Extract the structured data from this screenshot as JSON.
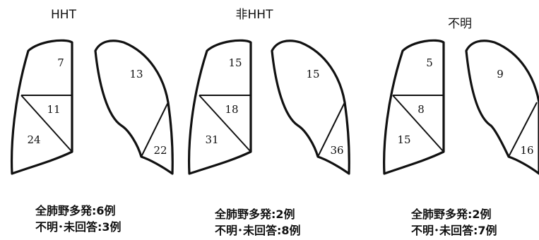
{
  "groups": [
    {
      "title": "HHT",
      "right_lung": {
        "upper": "7",
        "middle": "11",
        "lower": "24"
      },
      "left_lung": {
        "upper": "13",
        "lower": "22"
      },
      "notes": [
        "全肺野多発:6例",
        "不明･未回答:3例"
      ]
    },
    {
      "title": "非HHT",
      "right_lung": {
        "upper": "15",
        "middle": "18",
        "lower": "31"
      },
      "left_lung": {
        "upper": "15",
        "lower": "36"
      },
      "notes": [
        "全肺野多発:2例",
        "不明･未回答:8例"
      ]
    },
    {
      "title": "不明",
      "right_lung": {
        "upper": "5",
        "middle": "8",
        "lower": "15"
      },
      "left_lung": {
        "upper": "9",
        "lower": "16"
      },
      "notes": [
        "全肺野多発:2例",
        "不明･未回答:7例"
      ]
    }
  ]
}
